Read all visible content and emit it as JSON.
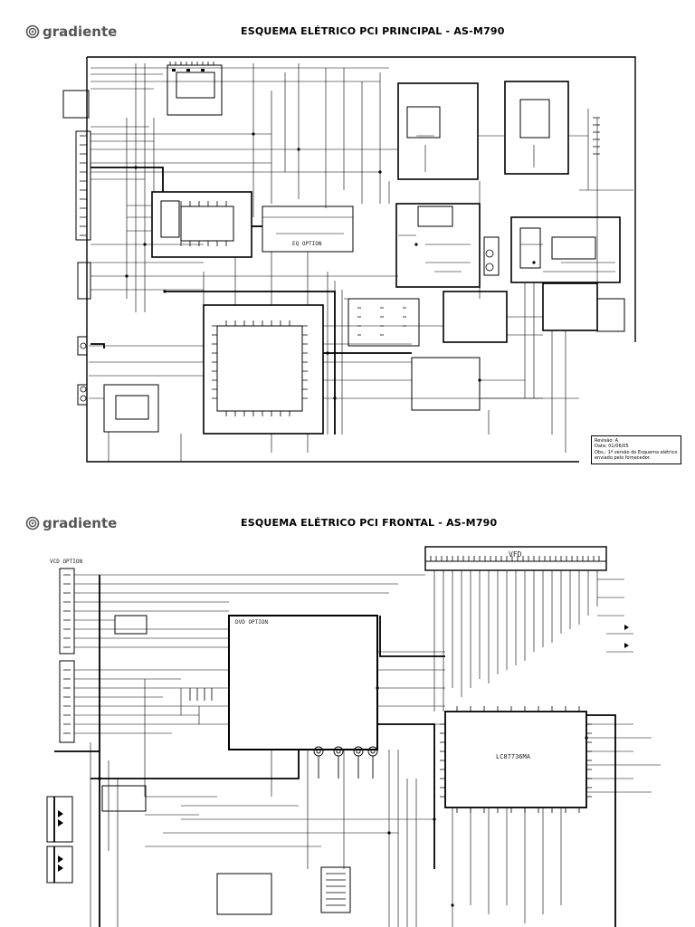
{
  "brand": {
    "name": "gradiente"
  },
  "sheets": [
    {
      "title": "ESQUEMA ELÉTRICO PCI PRINCIPAL - AS-M790",
      "labels": {
        "eq_option": "EQ OPTION"
      },
      "revision": {
        "line1": "Revisão: A",
        "line2": "Data: 01/06/05",
        "line3": "Obs.: 1ª versão do Esquema elétrico",
        "line4": "enviado pelo fornecedor."
      }
    },
    {
      "title": "ESQUEMA ELÉTRICO PCI FRONTAL - AS-M790",
      "labels": {
        "vfd": "VFD",
        "dvd_option": "DVD OPTION",
        "ic_main": "LC87736MA",
        "vcd_option": "VCD OPTION"
      }
    }
  ],
  "colors": {
    "ink": "#000000",
    "logo": "#555555"
  }
}
